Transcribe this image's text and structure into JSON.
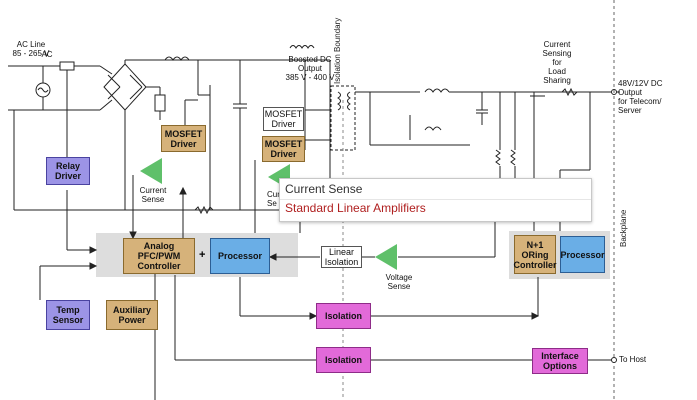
{
  "labels": {
    "ac_line": "AC Line\n85 - 265 V",
    "ac": "AC",
    "boosted_dc": "Boosted DC\nOutput\n385 V - 400 V",
    "isolation_boundary": "Isolation Boundary",
    "current_sensing": "Current\nSensing\nfor\nLoad\nSharing",
    "output": "48V/12V DC\nOutput\nfor Telecom/\nServer",
    "backplane": "Backplane",
    "current_sense": "Current\nSense",
    "current_sense_partial": "Curr\nSe",
    "voltage_sense": "Voltage\nSense",
    "to_host": "To Host"
  },
  "blocks": {
    "relay_driver": "Relay\nDriver",
    "mosfet_driver_1": "MOSFET\nDriver",
    "mosfet_driver_2": "MOSFET\nDriver",
    "mosfet_driver_3": "MOSFET\nDriver",
    "pfc_controller": "Analog\nPFC/PWM\nController",
    "processor": "Processor",
    "linear_isolation": "Linear\nIsolation",
    "oring_controller": "N+1\nORing\nController",
    "processor_2": "Processor",
    "temp_sensor": "Temp\nSensor",
    "auxiliary_power": "Auxiliary\nPower",
    "isolation_1": "Isolation",
    "isolation_2": "Isolation",
    "interface_options": "Interface\nOptions",
    "plus": "+"
  },
  "tooltip": {
    "line1": "Current Sense",
    "line2": "Standard Linear Amplifiers"
  },
  "colors": {
    "gold": "#d6b27a",
    "purple": "#9c94e6",
    "blue": "#6aaee6",
    "pink": "#e26ad9",
    "amplifier": "#5fc06a"
  }
}
